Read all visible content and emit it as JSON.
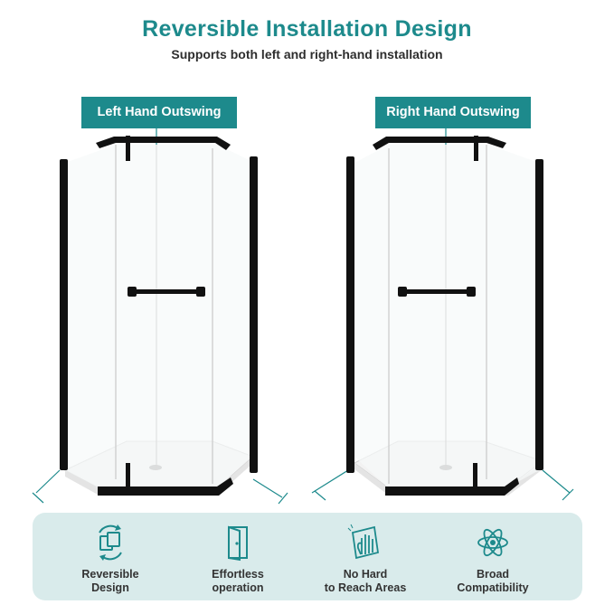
{
  "header": {
    "title": "Reversible Installation Design",
    "subtitle": "Supports both left and right-hand installation"
  },
  "variants": {
    "left_label": "Left Hand Outswing",
    "right_label": "Right Hand Outswing"
  },
  "features": [
    {
      "line1": "Reversible",
      "line2": "Design",
      "icon": "reverse-arrows-icon"
    },
    {
      "line1": "Effortless",
      "line2": "operation",
      "icon": "door-icon"
    },
    {
      "line1": "No Hard",
      "line2": "to Reach Areas",
      "icon": "hand-wipe-icon"
    },
    {
      "line1": "Broad",
      "line2": "Compatibility",
      "icon": "atom-icon"
    }
  ],
  "colors": {
    "accent": "#1d8a8c",
    "panel": "#d9ebeb",
    "frame": "#111111"
  }
}
